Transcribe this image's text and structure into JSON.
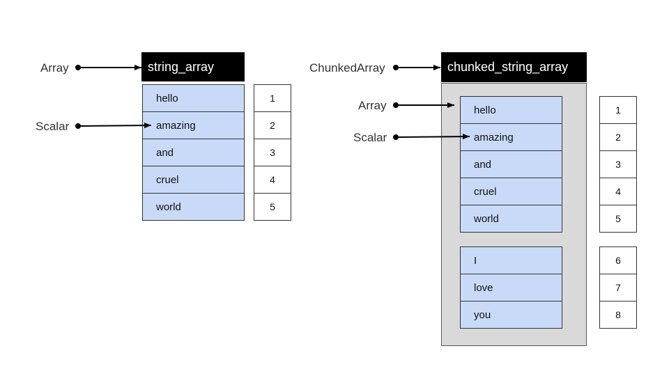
{
  "left": {
    "pointer_labels": {
      "array": "Array",
      "scalar": "Scalar"
    },
    "header": "string_array",
    "values": [
      "hello",
      "amazing",
      "and",
      "cruel",
      "world"
    ],
    "indices": [
      "1",
      "2",
      "3",
      "4",
      "5"
    ]
  },
  "right": {
    "pointer_labels": {
      "chunked": "ChunkedArray",
      "array": "Array",
      "scalar": "Scalar"
    },
    "header": "chunked_string_array",
    "chunks": [
      {
        "values": [
          "hello",
          "amazing",
          "and",
          "cruel",
          "world"
        ],
        "indices": [
          "1",
          "2",
          "3",
          "4",
          "5"
        ]
      },
      {
        "values": [
          "I",
          "love",
          "you"
        ],
        "indices": [
          "6",
          "7",
          "8"
        ]
      }
    ]
  },
  "colors": {
    "cell_fill": "#c9daf8",
    "header_fill": "#000000",
    "chunk_fill": "#d9d9d9"
  }
}
